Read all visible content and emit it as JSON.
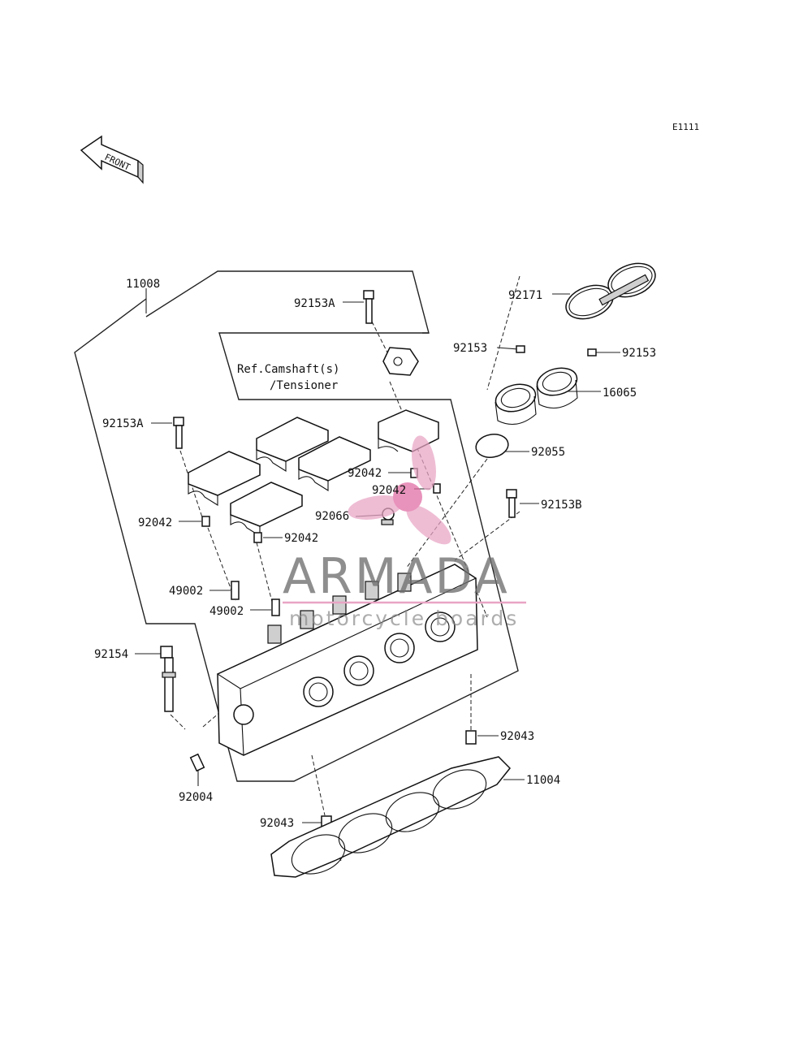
{
  "diagram": {
    "code": "E1111",
    "front_label": "FRONT",
    "ref_note_line1": "Ref.Camshaft(s)",
    "ref_note_line2": "/Tensioner",
    "colors": {
      "watermark_pink": "#e8a4c4",
      "watermark_gray": "#6e6e6e",
      "line": "#222222"
    }
  },
  "watermark": {
    "brand": "ARMADA",
    "tagline": "motorcycle boards",
    "icon": "propeller-logo-icon"
  },
  "callouts": {
    "c11008": "11008",
    "c92153A_top": "92153A",
    "c92171": "92171",
    "c92153_left": "92153",
    "c92153_right": "92153",
    "c16065": "16065",
    "c92055": "92055",
    "c92153A_left": "92153A",
    "c92042_a": "92042",
    "c92042_b": "92042",
    "c92066": "92066",
    "c92042_c": "92042",
    "c92042_d": "92042",
    "c92153B": "92153B",
    "c49002_a": "49002",
    "c49002_b": "49002",
    "c92154": "92154",
    "c92043_right": "92043",
    "c11004": "11004",
    "c92004": "92004",
    "c92043_left": "92043"
  }
}
